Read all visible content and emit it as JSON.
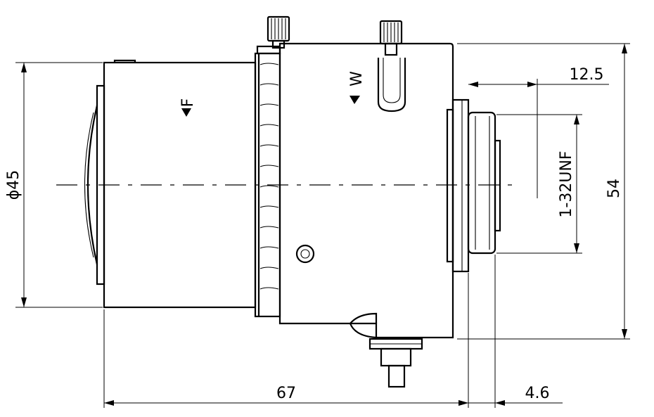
{
  "dimensions": {
    "diameter_label": "ϕ45",
    "length_label": "67",
    "flange_label": "4.6",
    "thread_depth_label": "12.5",
    "height_label": "54",
    "thread_label": "1-32UNF"
  },
  "markings": {
    "focus_ring": "F",
    "zoom_ring": "W"
  }
}
